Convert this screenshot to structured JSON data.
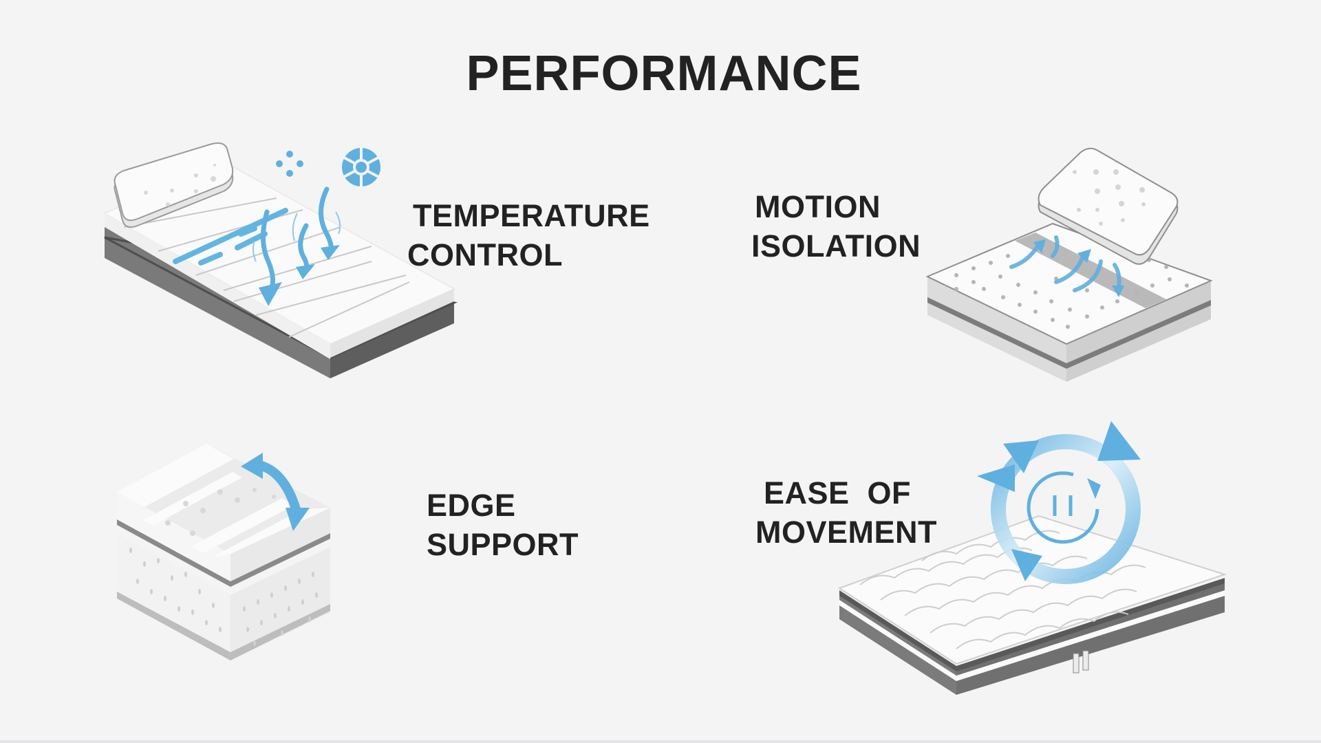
{
  "page": {
    "title": "PERFORMANCE",
    "accent_color": "#5fb3e0",
    "background_color": "#f4f4f5",
    "text_color": "#222222"
  },
  "features": [
    {
      "id": "temperature-control",
      "lines": [
        "TEMPERATURE",
        "CONTROL"
      ],
      "illustration": "mattress-with-cooling-airflow-arrows",
      "icons": [
        "dots-icon",
        "snowflake-wheel-icon",
        "airflow-arrows-icon"
      ]
    },
    {
      "id": "motion-isolation",
      "lines": [
        "MOTION",
        "ISOLATION"
      ],
      "illustration": "perforated-mattress-with-lifted-pillow",
      "icons": [
        "motion-arrows-icon"
      ]
    },
    {
      "id": "edge-support",
      "lines": [
        "EDGE",
        "SUPPORT"
      ],
      "illustration": "layered-foam-block",
      "icons": [
        "curved-double-arrow-icon"
      ]
    },
    {
      "id": "ease-of-movement",
      "lines": [
        "EASE  OF",
        "MOVEMENT"
      ],
      "illustration": "quilted-mattress-with-rotation-arrows",
      "icons": [
        "rotation-arrows-icon",
        "cycle-icon"
      ]
    }
  ]
}
